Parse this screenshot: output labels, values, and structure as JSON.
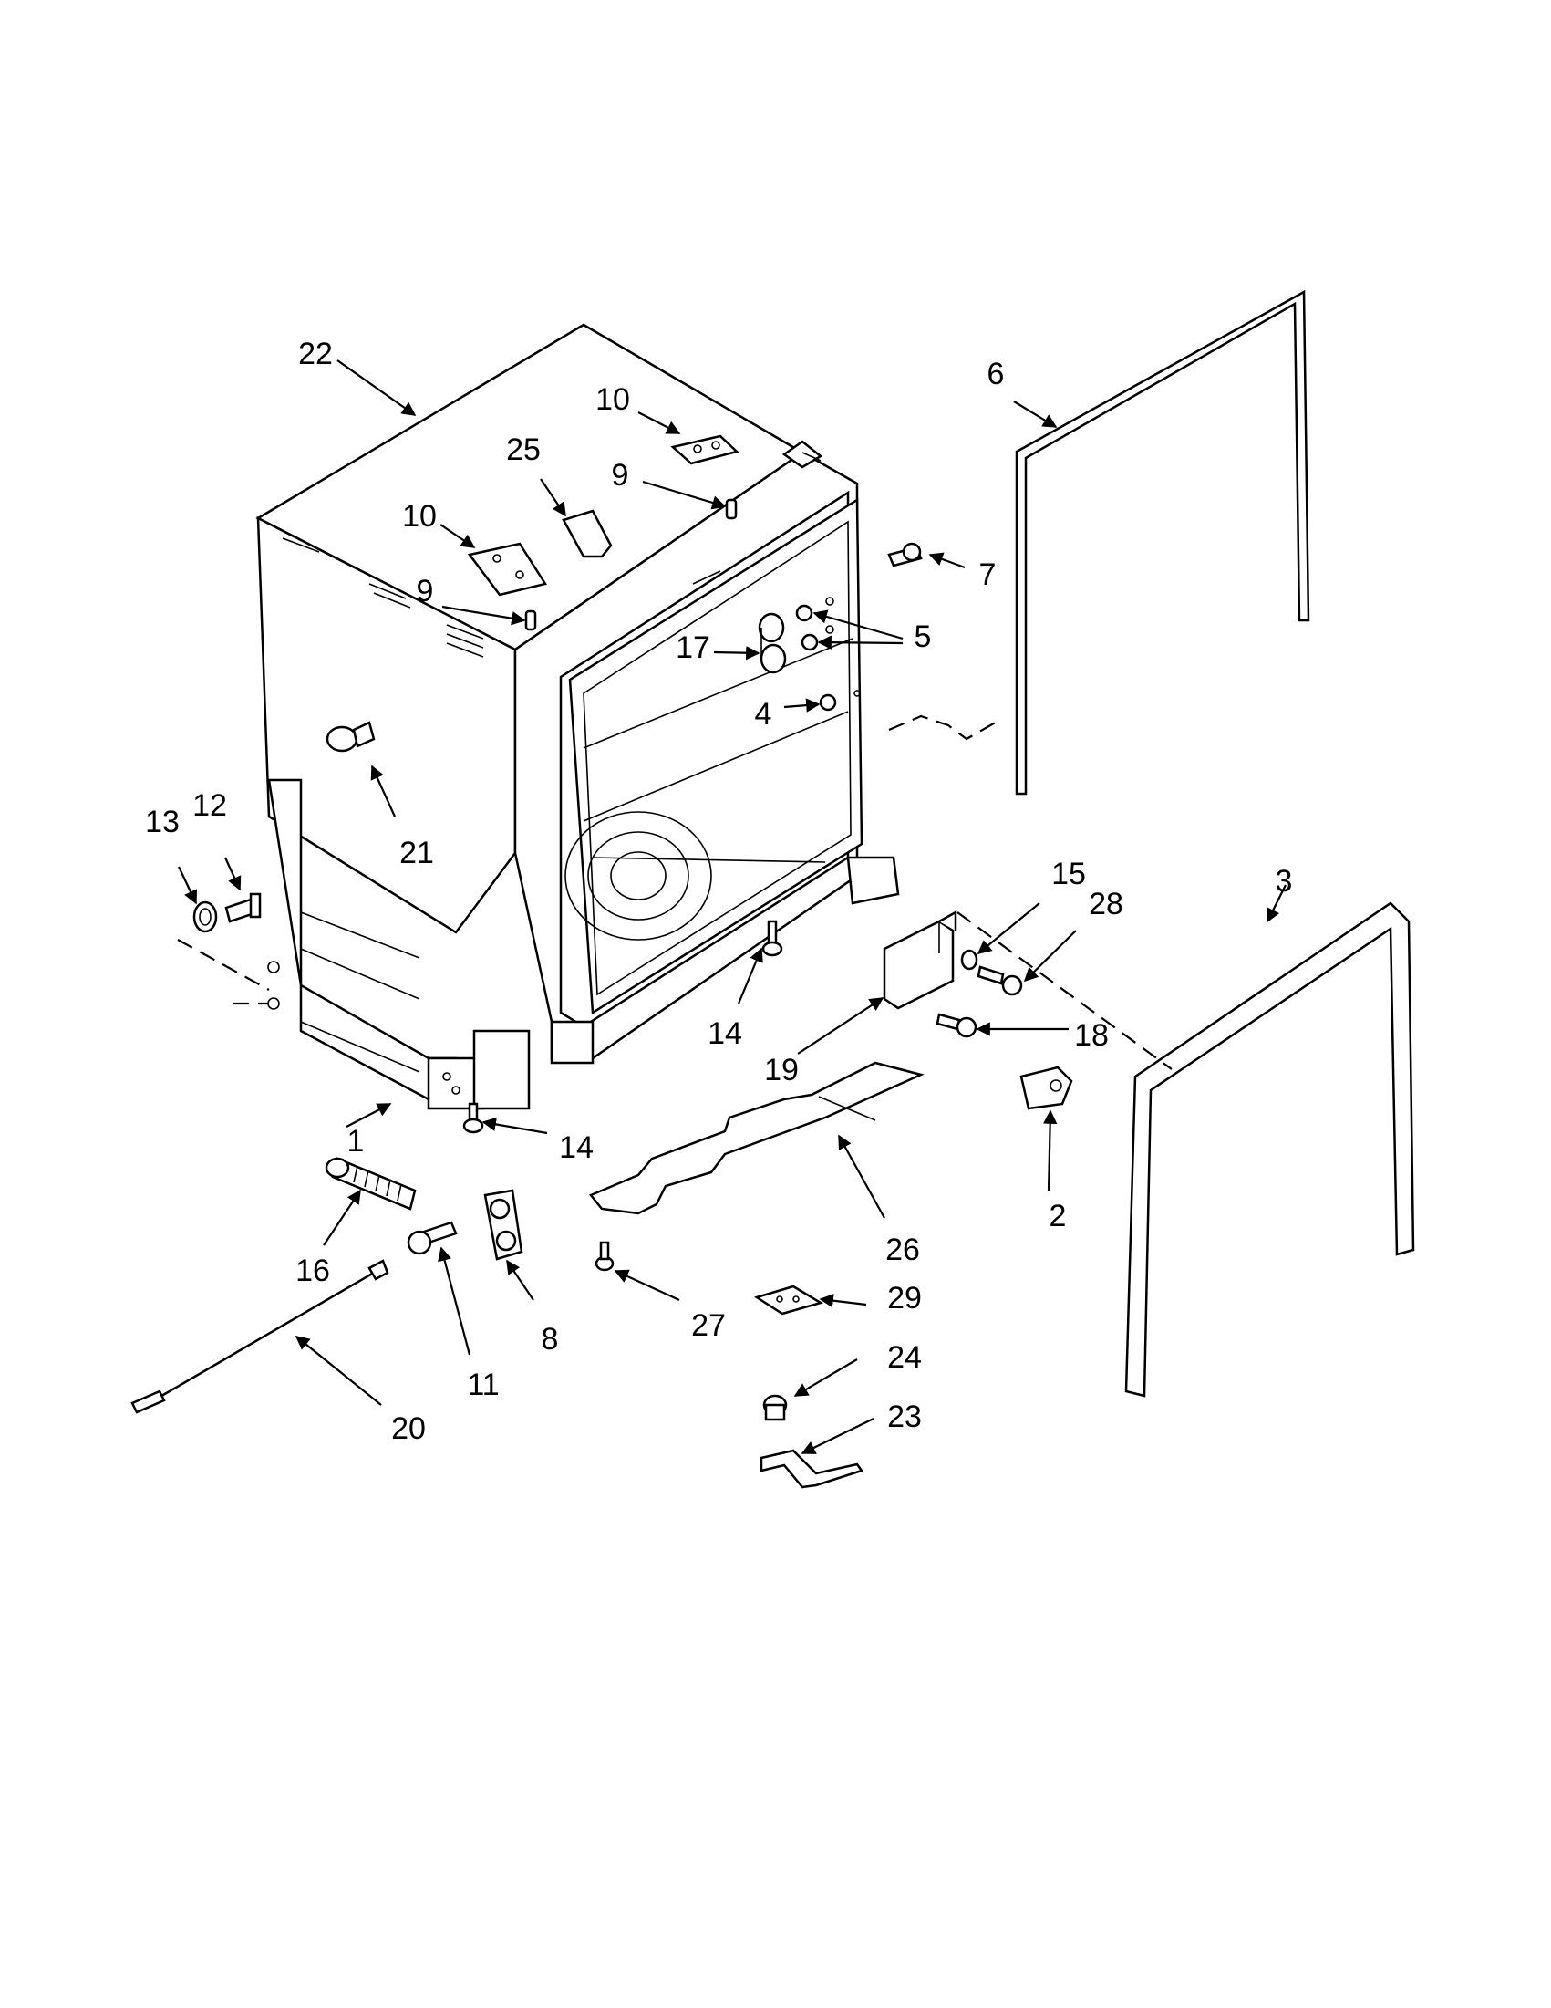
{
  "callouts": {
    "c1": "1",
    "c2": "2",
    "c3": "3",
    "c4": "4",
    "c5": "5",
    "c6": "6",
    "c7": "7",
    "c8": "8",
    "c9a": "9",
    "c9b": "9",
    "c10a": "10",
    "c10b": "10",
    "c11": "11",
    "c12": "12",
    "c13": "13",
    "c14a": "14",
    "c14b": "14",
    "c15": "15",
    "c16": "16",
    "c17": "17",
    "c18": "18",
    "c19": "19",
    "c20": "20",
    "c21": "21",
    "c22": "22",
    "c23": "23",
    "c24": "24",
    "c25": "25",
    "c26": "26",
    "c27": "27",
    "c28": "28",
    "c29": "29"
  }
}
